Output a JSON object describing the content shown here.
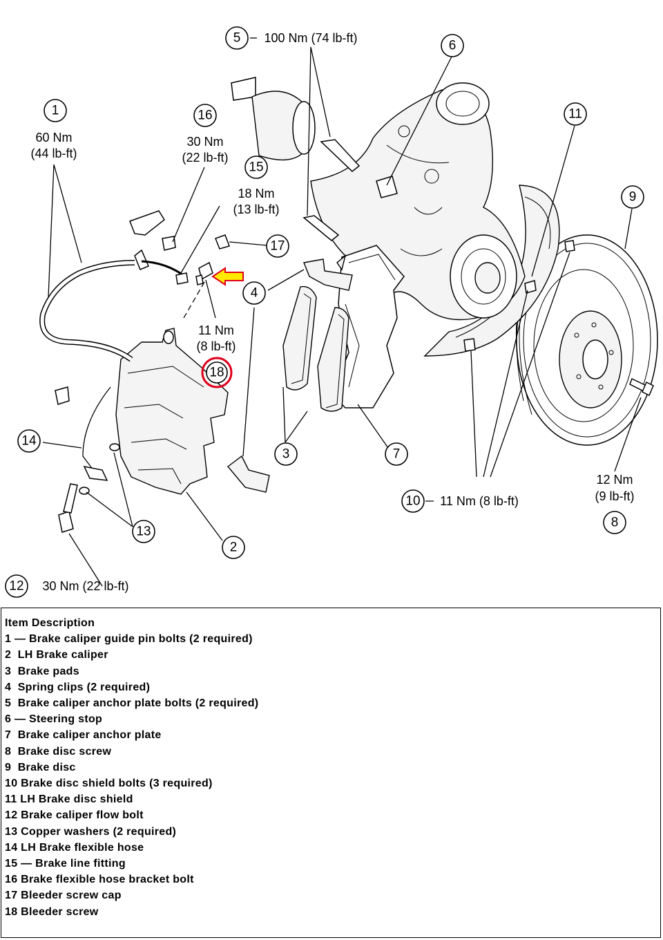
{
  "callouts": [
    {
      "num": "1",
      "torque": [
        "60 Nm",
        "(44 lb-ft)"
      ]
    },
    {
      "num": "2"
    },
    {
      "num": "3"
    },
    {
      "num": "4"
    },
    {
      "num": "5",
      "torque": [
        "100 Nm (74 lb-ft)"
      ]
    },
    {
      "num": "6"
    },
    {
      "num": "7"
    },
    {
      "num": "8",
      "torque": [
        "12 Nm",
        "(9 lb-ft)"
      ]
    },
    {
      "num": "9"
    },
    {
      "num": "10",
      "torque": [
        "11 Nm (8 lb-ft)"
      ]
    },
    {
      "num": "11"
    },
    {
      "num": "12",
      "torque": [
        "30 Nm (22 lb-ft)"
      ]
    },
    {
      "num": "13"
    },
    {
      "num": "14"
    },
    {
      "num": "15",
      "torque": [
        "18 Nm",
        "(13 lb-ft)"
      ]
    },
    {
      "num": "16",
      "torque": [
        "30 Nm",
        "(22 lb-ft)"
      ]
    },
    {
      "num": "17"
    },
    {
      "num": "18",
      "torque": [
        "11 Nm",
        "(8 lb-ft)"
      ]
    }
  ],
  "highlight": {
    "color": "#e0001a",
    "arrow_fill": "#ffea00",
    "arrow_stroke": "#e0001a"
  },
  "legend": {
    "heading": "Item Description",
    "items": [
      "1 — Brake caliper guide pin bolts (2 required)",
      "2  LH Brake caliper",
      "3  Brake pads",
      "4  Spring clips (2 required)",
      "5  Brake caliper anchor plate bolts (2 required)",
      "6 — Steering stop",
      "7  Brake caliper anchor plate",
      "8  Brake disc screw",
      "9  Brake disc",
      "10 Brake disc shield bolts (3 required)",
      "11 LH Brake disc shield",
      "12 Brake caliper flow bolt",
      "13 Copper washers (2 required)",
      "14 LH Brake flexible hose",
      "15 — Brake line fitting",
      "16 Brake flexible hose bracket bolt",
      "17 Bleeder screw cap",
      "18 Bleeder screw"
    ]
  }
}
